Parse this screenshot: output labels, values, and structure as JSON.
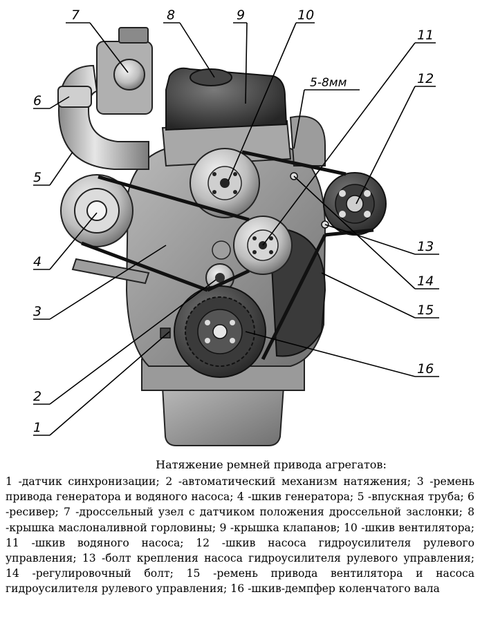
{
  "callouts": [
    {
      "id": "1"
    },
    {
      "id": "2"
    },
    {
      "id": "3"
    },
    {
      "id": "4"
    },
    {
      "id": "5"
    },
    {
      "id": "6"
    },
    {
      "id": "7"
    },
    {
      "id": "8"
    },
    {
      "id": "9"
    },
    {
      "id": "10"
    },
    {
      "id": "11"
    },
    {
      "id": "12"
    },
    {
      "id": "13"
    },
    {
      "id": "14"
    },
    {
      "id": "15"
    },
    {
      "id": "16"
    }
  ],
  "dimension_label": "5-8мм",
  "caption": {
    "title": "Натяжение ремней привода агрегатов:",
    "items": [
      "1 -датчик синхронизации;",
      "2 -автоматический механизм натяжения;",
      "3 -ремень привода генератора и водяного насоса;",
      "4 -шкив генератора;",
      "5 -впускная труба;",
      "6 -ресивер;",
      "7 -дроссельный узел с датчиком положения дроссельной заслонки;",
      "8 -крышка маслоналивной горловины;",
      "9 -крышка клапанов;",
      "10 -шкив вентилятора;",
      "11 -шкив водяного насоса;",
      "12 -шкив насоса гидроусилителя рулевого управления;",
      "13 -болт крепления насоса гидроусилителя рулевого управления;",
      "14 -регулировочный болт;",
      "15 -ремень привода вентилятора и насоса гидроусилителя рулевого управления;",
      "16 -шкив-демпфер коленчатого вала"
    ]
  }
}
